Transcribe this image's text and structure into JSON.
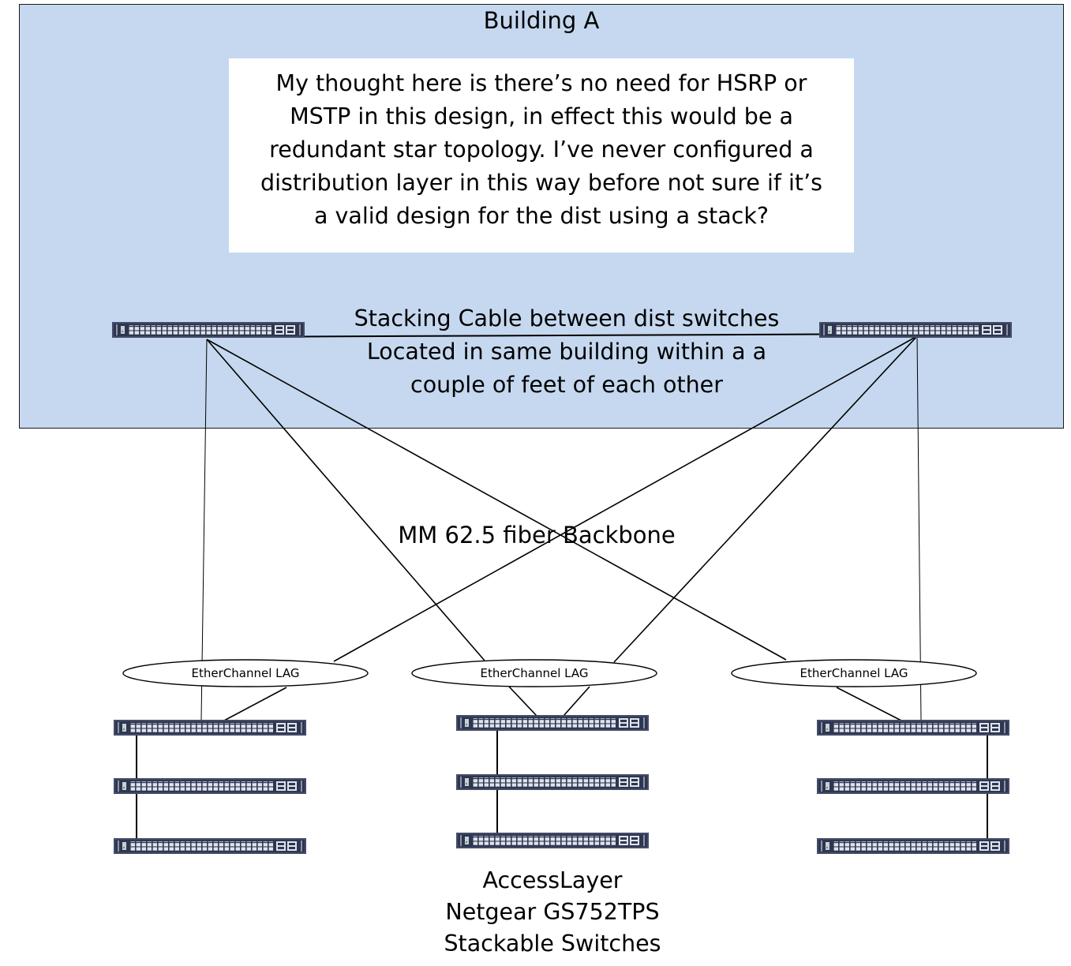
{
  "building": {
    "title": "Building A"
  },
  "note": {
    "lines": [
      "My thought here is there’s no need for HSRP or",
      "MSTP in this design, in effect this would be a",
      "redundant star topology. I’ve never configured a",
      "distribution layer in this way before not sure if it’s",
      "a valid design for the dist using a stack?"
    ]
  },
  "stacking_label": {
    "lines": [
      "Stacking Cable between dist switches",
      "Located in same building within a a",
      "couple of feet of each other"
    ]
  },
  "backbone_label": "MM 62.5 fiber Backbone",
  "lags": [
    "EtherChannel LAG",
    "EtherChannel LAG",
    "EtherChannel LAG"
  ],
  "access_label": {
    "lines": [
      "AccessLayer",
      "Netgear GS752TPS",
      "Stackable Switches"
    ]
  },
  "colors": {
    "building_fill": "#c5d8ef",
    "switch_body": "#2f3650",
    "switch_port": "#dfe3ec",
    "line": "#000000"
  }
}
